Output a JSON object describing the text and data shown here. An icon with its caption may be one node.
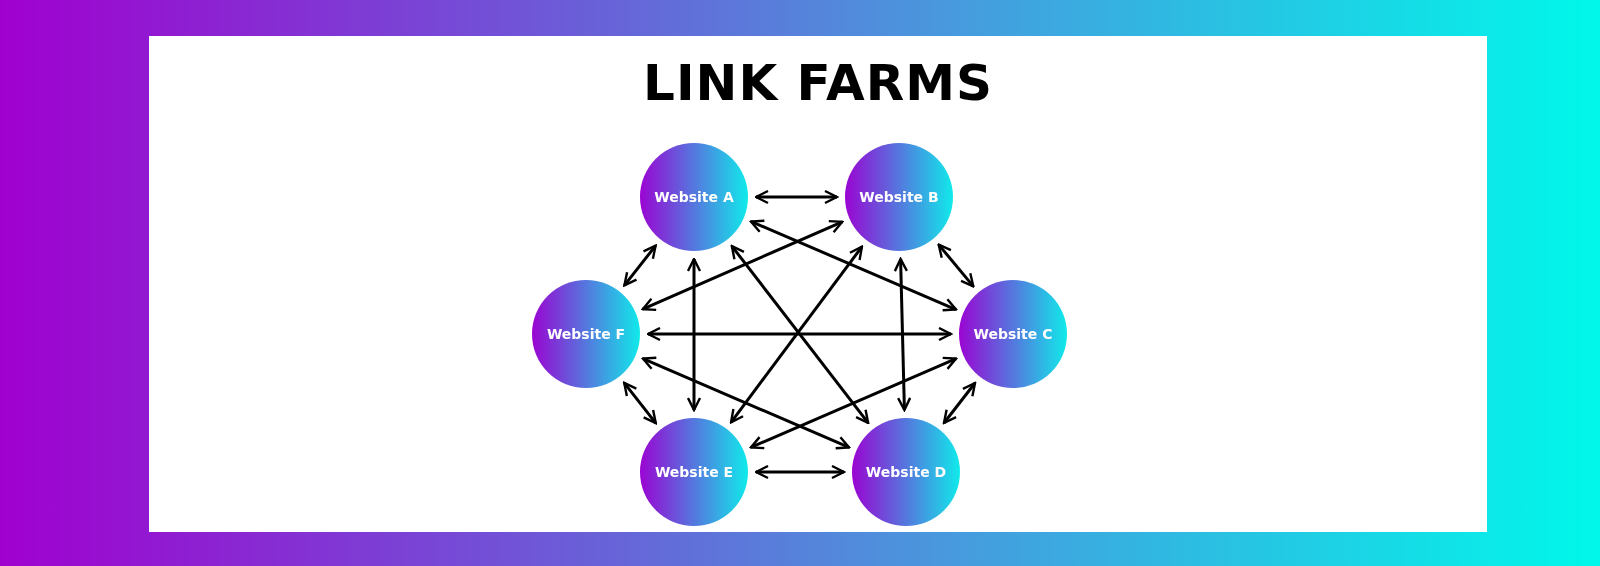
{
  "diagram": {
    "title": "LINK FARMS",
    "nodes": [
      {
        "text": [
          "Website A"
        ]
      },
      {
        "text": [
          "Website B"
        ]
      },
      {
        "text": [
          "Website F"
        ]
      },
      {
        "text": [
          "Website C"
        ]
      },
      {
        "text": [
          "Website E"
        ]
      },
      {
        "text": [
          "Website D"
        ]
      }
    ],
    "edges": [
      {
        "from": 0,
        "to": 1,
        "arrow": "both"
      },
      {
        "from": 0,
        "to": 2,
        "arrow": "both"
      },
      {
        "from": 0,
        "to": 3,
        "arrow": "both"
      },
      {
        "from": 0,
        "to": 5,
        "arrow": "both"
      },
      {
        "from": 0,
        "to": 4,
        "arrow": "both"
      },
      {
        "from": 1,
        "to": 2,
        "arrow": "both"
      },
      {
        "from": 1,
        "to": 4,
        "arrow": "both"
      },
      {
        "from": 1,
        "to": 5,
        "arrow": "both"
      },
      {
        "from": 1,
        "to": 3,
        "arrow": "both"
      },
      {
        "from": 2,
        "to": 3,
        "arrow": "both"
      },
      {
        "from": 2,
        "to": 5,
        "arrow": "both"
      },
      {
        "from": 2,
        "to": 4,
        "arrow": "both"
      },
      {
        "from": 3,
        "to": 4,
        "arrow": "both"
      },
      {
        "from": 3,
        "to": 5,
        "arrow": "both"
      },
      {
        "from": 4,
        "to": 5,
        "arrow": "both"
      }
    ]
  }
}
